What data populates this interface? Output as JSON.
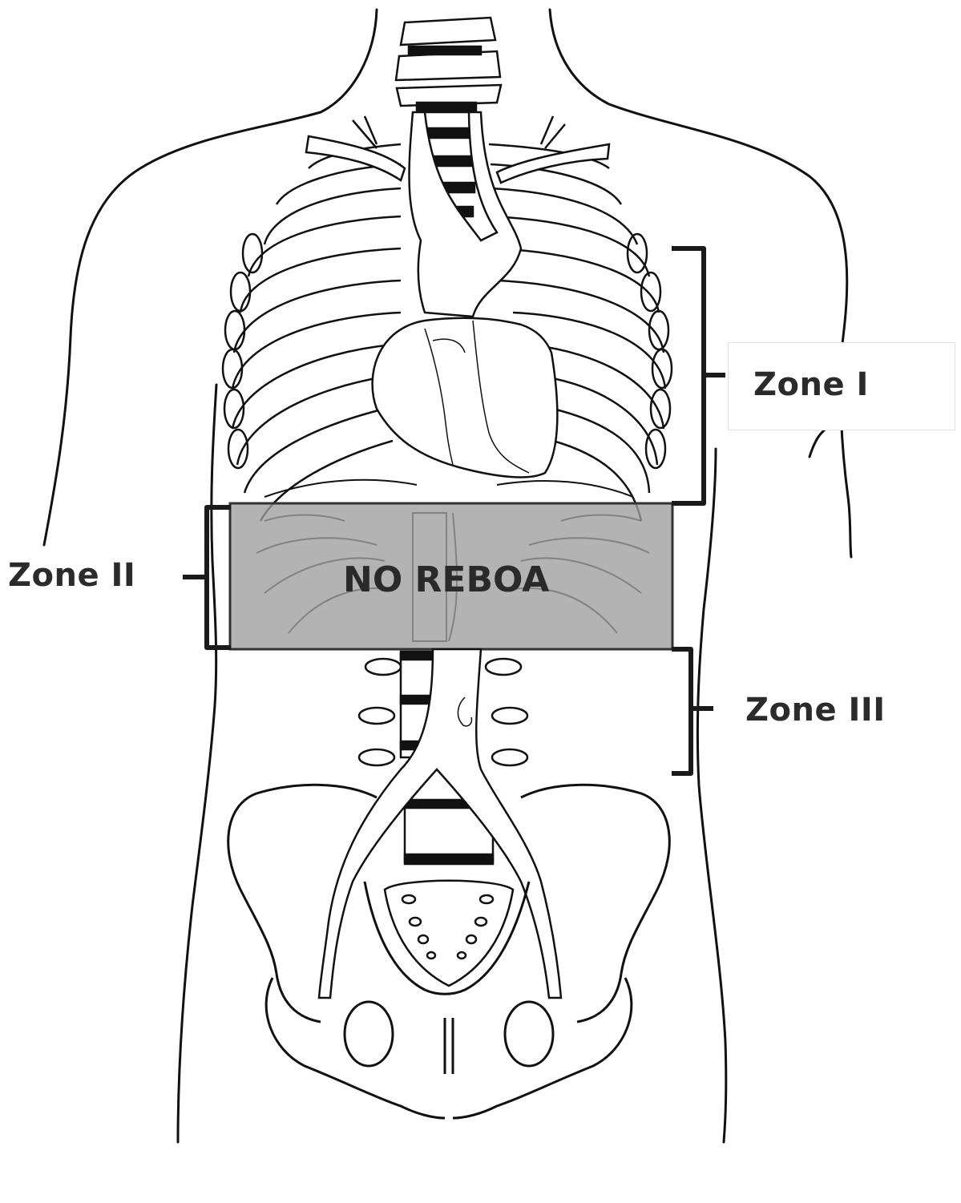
{
  "zones": {
    "zone1": "Zone I",
    "zone2": "Zone II",
    "zone3": "Zone III"
  },
  "no_reboa": "NO REBOA",
  "colors": {
    "line": "#111111",
    "band_fill": "#9e9e9e",
    "bracket": "#1a1a1a",
    "label_text": "#2b2b2b"
  }
}
